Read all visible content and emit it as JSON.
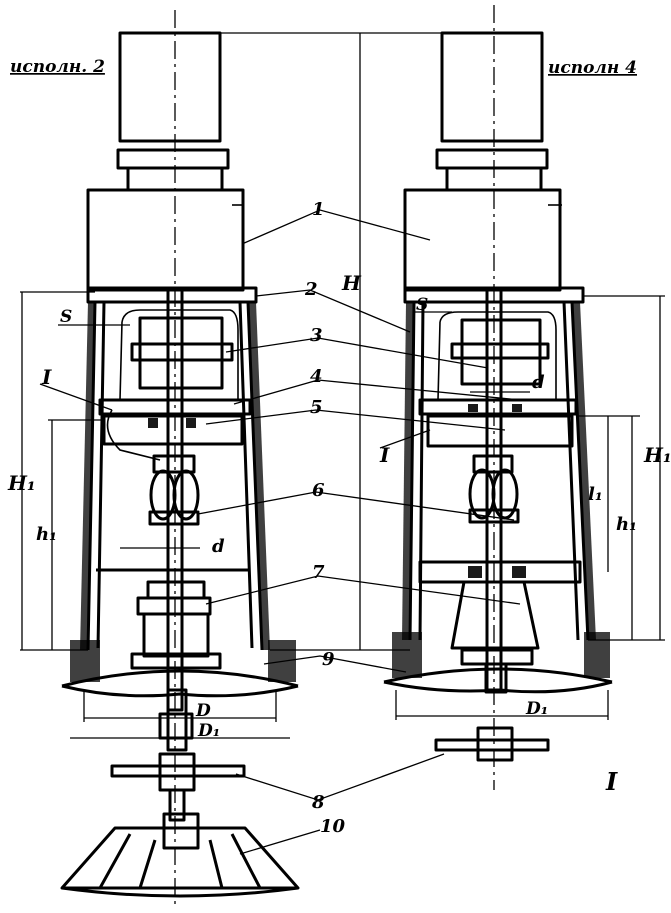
{
  "captions": {
    "left_variant": "исполн. 2",
    "right_variant": "исполн 4",
    "detail_mark": "I"
  },
  "part_numbers": [
    "1",
    "2",
    "3",
    "4",
    "5",
    "6",
    "7",
    "8",
    "9",
    "10"
  ],
  "dimension_labels": {
    "H": "H",
    "H1_left": "H₁",
    "H1_right": "H₁",
    "h1_left": "h₁",
    "h1_right": "h₁",
    "l1": "l₁",
    "D": "D",
    "D1_left": "D₁",
    "D1_right": "D₁",
    "S_left": "S",
    "S_right": "S",
    "d_left": "d",
    "d_right": "d",
    "I_left": "I",
    "I_right": "I"
  }
}
